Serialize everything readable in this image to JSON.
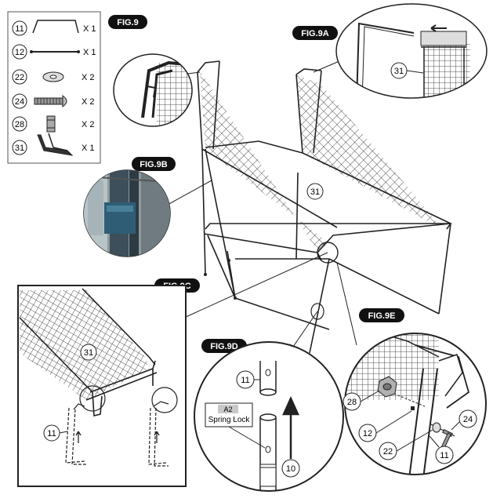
{
  "parts": [
    {
      "num": "11",
      "qty": "X 1",
      "icon": "u-frame-tube-icon"
    },
    {
      "num": "12",
      "qty": "X 1",
      "icon": "rod-icon"
    },
    {
      "num": "22",
      "qty": "X 2",
      "icon": "washer-icon"
    },
    {
      "num": "24",
      "qty": "X 2",
      "icon": "bolt-icon"
    },
    {
      "num": "28",
      "qty": "X 2",
      "icon": "nut-icon"
    },
    {
      "num": "31",
      "qty": "X 1",
      "icon": "net-icon"
    }
  ],
  "figures": {
    "fig9": "FIG.9",
    "fig9a": "FIG.9A",
    "fig9b": "FIG.9B",
    "fig9c": "FIG.9C",
    "fig9d": "FIG.9D",
    "fig9e": "FIG.9E"
  },
  "callouts": {
    "main_net": "31",
    "fig9a_net": "31",
    "fig9c_net": "31",
    "fig9c_tube": "11",
    "fig9d_top": "11",
    "fig9d_bottom": "10",
    "fig9e_nut": "28",
    "fig9e_rod": "12",
    "fig9e_washer": "22",
    "fig9e_tube": "11",
    "fig9e_bolt": "24"
  },
  "spring_lock": {
    "code": "A2",
    "label": "Spring Lock"
  }
}
